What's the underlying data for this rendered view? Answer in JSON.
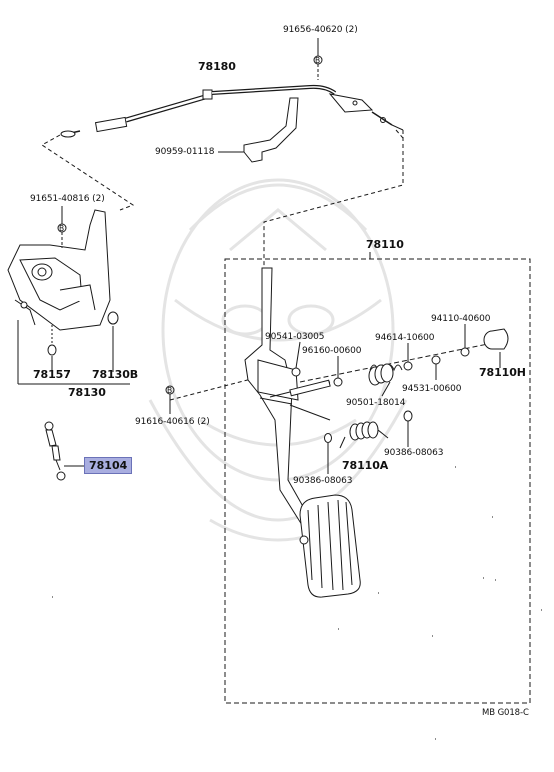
{
  "labels": {
    "p_91656_40620": "91656-40620 (2)",
    "p_78180": "78180",
    "p_90959_01118": "90959-01118",
    "p_91651_40816": "91651-40816 (2)",
    "p_78110": "78110",
    "p_90541_03005": "90541-03005",
    "p_96160_00600": "96160-00600",
    "p_94614_10600": "94614-10600",
    "p_94110_40600": "94110-40600",
    "p_78110H": "78110H",
    "p_94531_00600": "94531-00600",
    "p_90501_18014": "90501-18014",
    "p_90386_08063_r": "90386-08063",
    "p_78110A": "78110A",
    "p_90386_08063_l": "90386-08063",
    "p_78157": "78157",
    "p_78130B": "78130B",
    "p_78130": "78130",
    "p_91616_40616": "91616-40616 (2)",
    "p_78104": "78104",
    "callout_B": "B",
    "diagram_code": "MB G018-C"
  },
  "colors": {
    "line": "#1a1a1a",
    "highlight_fill": "#a9aee0",
    "highlight_border": "#6b72b8",
    "watermark": "#e6e6e6"
  },
  "highlighted_part": "78104"
}
